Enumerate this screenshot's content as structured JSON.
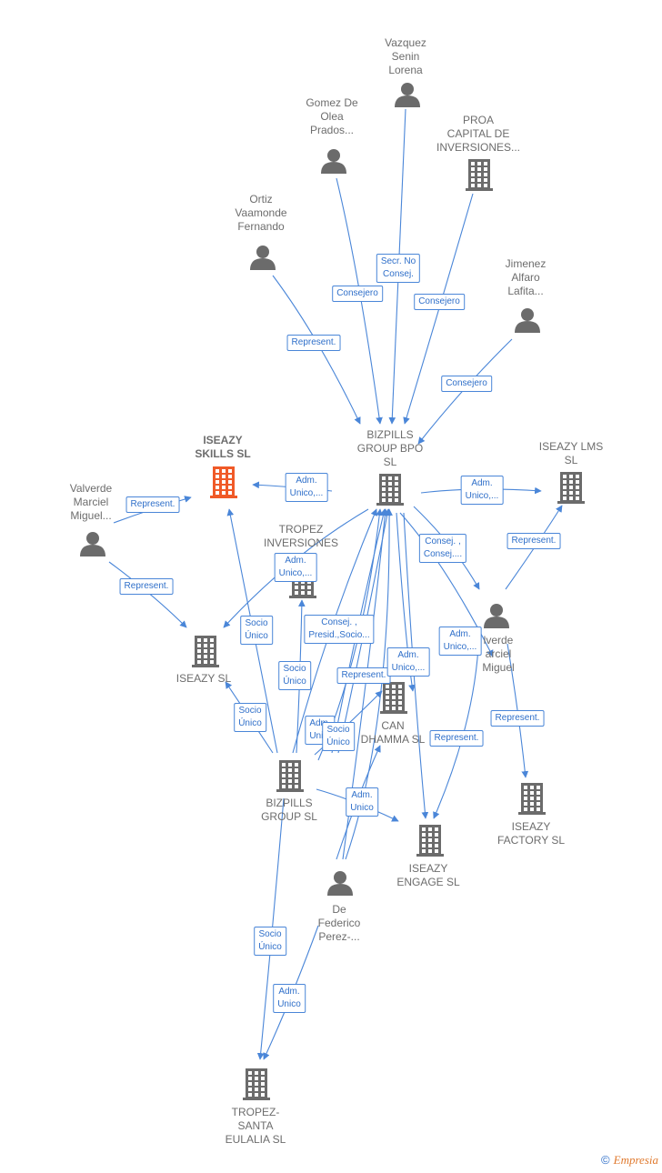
{
  "colors": {
    "edge": "#4a86d8",
    "node": "#6b6b6b",
    "highlight": "#f05a28",
    "label": "#6d6d6d"
  },
  "nodes": [
    {
      "id": "vazquez",
      "type": "person",
      "label": "Vazquez\nSenin\nLorena"
    },
    {
      "id": "gomez",
      "type": "person",
      "label": "Gomez De\nOlea\nPrados..."
    },
    {
      "id": "proa",
      "type": "company",
      "label": "PROA\nCAPITAL DE\nINVERSIONES..."
    },
    {
      "id": "ortiz",
      "type": "person",
      "label": "Ortiz\nVaamonde\nFernando"
    },
    {
      "id": "jimenez",
      "type": "person",
      "label": "Jimenez\nAlfaro\nLafita..."
    },
    {
      "id": "iseazy_skills",
      "type": "company",
      "label": "ISEAZY\nSKILLS  SL",
      "highlight": true
    },
    {
      "id": "bizpills_bpo",
      "type": "company",
      "label": "BIZPILLS\nGROUP BPO\nSL"
    },
    {
      "id": "iseazy_lms",
      "type": "company",
      "label": "ISEAZY LMS\nSL"
    },
    {
      "id": "valverde1",
      "type": "person",
      "label": "Valverde\nMarciel\nMiguel..."
    },
    {
      "id": "tropez_inv",
      "type": "company",
      "label": "TROPEZ\nINVERSIONES"
    },
    {
      "id": "valverde2",
      "type": "person",
      "label": "lverde\narciel\nMiguel"
    },
    {
      "id": "iseazy_sl",
      "type": "company",
      "label": "ISEAZY  SL"
    },
    {
      "id": "can_dhamma",
      "type": "company",
      "label": "CAN\nDHAMMA  SL"
    },
    {
      "id": "bizpills_group",
      "type": "company",
      "label": "BIZPILLS\nGROUP  SL"
    },
    {
      "id": "iseazy_engage",
      "type": "company",
      "label": "ISEAZY\nENGAGE  SL"
    },
    {
      "id": "iseazy_factory",
      "type": "company",
      "label": "ISEAZY\nFACTORY  SL"
    },
    {
      "id": "defederico",
      "type": "person",
      "label": "De\nFederico\nPerez-..."
    },
    {
      "id": "tropez_santa",
      "type": "company",
      "label": "TROPEZ-\nSANTA\nEULALIA  SL"
    }
  ],
  "edges": [
    {
      "id": "e1",
      "label": "Secr.  No\nConsej."
    },
    {
      "id": "e2",
      "label": "Consejero"
    },
    {
      "id": "e3",
      "label": "Consejero"
    },
    {
      "id": "e4",
      "label": "Represent."
    },
    {
      "id": "e5",
      "label": "Consejero"
    },
    {
      "id": "e6",
      "label": "Adm.\nUnico,..."
    },
    {
      "id": "e7",
      "label": "Adm.\nUnico,..."
    },
    {
      "id": "e8",
      "label": "Represent."
    },
    {
      "id": "e9",
      "label": "Represent."
    },
    {
      "id": "e10",
      "label": "Adm.\nUnico,..."
    },
    {
      "id": "e11",
      "label": "Consej. ,\nConsej...."
    },
    {
      "id": "e12",
      "label": "Represent."
    },
    {
      "id": "e13",
      "label": "Socio\nÚnico"
    },
    {
      "id": "e14",
      "label": "Consej. ,\nPresid.,Socio..."
    },
    {
      "id": "e15",
      "label": "Adm.\nUnico,..."
    },
    {
      "id": "e16",
      "label": "Socio\nÚnico"
    },
    {
      "id": "e17",
      "label": "Represent."
    },
    {
      "id": "e18",
      "label": "Adm.\nUnico,..."
    },
    {
      "id": "e19",
      "label": "Socio\nÚnico"
    },
    {
      "id": "e20",
      "label": "Adm.\nUni..."
    },
    {
      "id": "e21",
      "label": "Socio\nÚnico"
    },
    {
      "id": "e22",
      "label": "Represent."
    },
    {
      "id": "e23",
      "label": "Represent."
    },
    {
      "id": "e24",
      "label": "Adm.\nUnico"
    },
    {
      "id": "e25",
      "label": "Socio\nÚnico"
    },
    {
      "id": "e26",
      "label": "Adm.\nUnico"
    }
  ],
  "brand": {
    "copyright": "©",
    "name": "Empresia"
  }
}
